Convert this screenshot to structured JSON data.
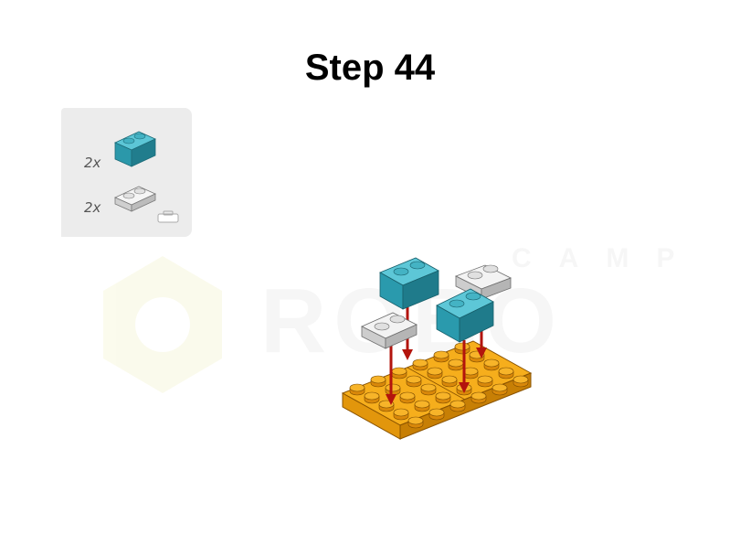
{
  "step": {
    "title": "Step 44"
  },
  "parts": [
    {
      "quantity": "2x",
      "icon": "teal-1x2-brick-icon",
      "color": "#2fa3b6"
    },
    {
      "quantity": "2x",
      "icon": "white-1x2-plate-icon",
      "color": "#e4e4e4"
    }
  ],
  "watermark": {
    "text": "ROBO CAMP"
  },
  "colors": {
    "teal": "#2fa3b6",
    "orange": "#f4a20d",
    "white": "#e6e6e6",
    "arrow": "#b3140d"
  }
}
